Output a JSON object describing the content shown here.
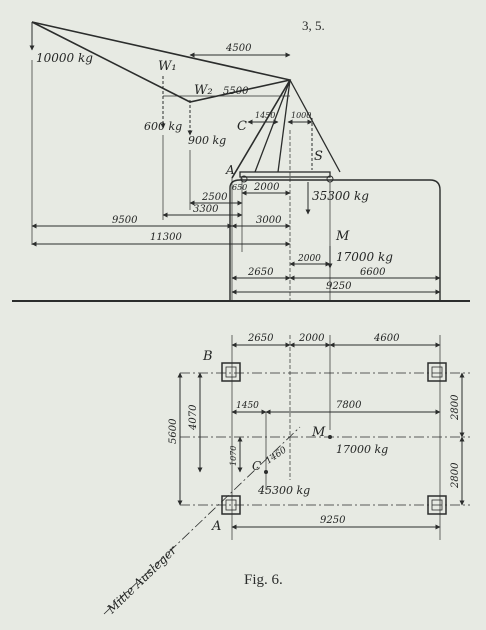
{
  "page_mark": "3, 5.",
  "elevation": {
    "load_tip": "10000 kg",
    "w1": "W₁",
    "w2": "W₂",
    "dim_4500": "4500",
    "dim_5500": "5500",
    "w1_load": "600 kg",
    "w2_load": "900 kg",
    "c": "C",
    "dim_1450": "1450",
    "dim_1000": "1000",
    "s": "S",
    "a": "A",
    "dim_650": "650",
    "dim_2000": "2000",
    "dim_2500": "2500",
    "load_35300": "35300 kg",
    "dim_3300": "3300",
    "dim_9500": "9500",
    "dim_3000": "3000",
    "dim_11300": "11300",
    "m": "M",
    "dim_2000_b": "2000",
    "load_17000": "17000 kg",
    "dim_2650": "2650",
    "dim_6600": "6600",
    "dim_9250": "9250"
  },
  "plan": {
    "b": "B",
    "dim_2650": "2650",
    "dim_2000": "2000",
    "dim_4600": "4600",
    "dim_1450": "1450",
    "dim_7800": "7800",
    "dim_5600": "5600",
    "dim_4070": "4070",
    "dim_2800_top": "2800",
    "dim_2800_bottom": "2800",
    "m": "M",
    "load_17000": "17000 kg",
    "dim_1070": "1070",
    "c": "C",
    "dim_1460": "1460",
    "load_45300": "45300 kg",
    "a": "A",
    "dim_9250": "9250",
    "mitte_ausleger": "Mitte Ausleger"
  },
  "caption": "Fig. 6."
}
